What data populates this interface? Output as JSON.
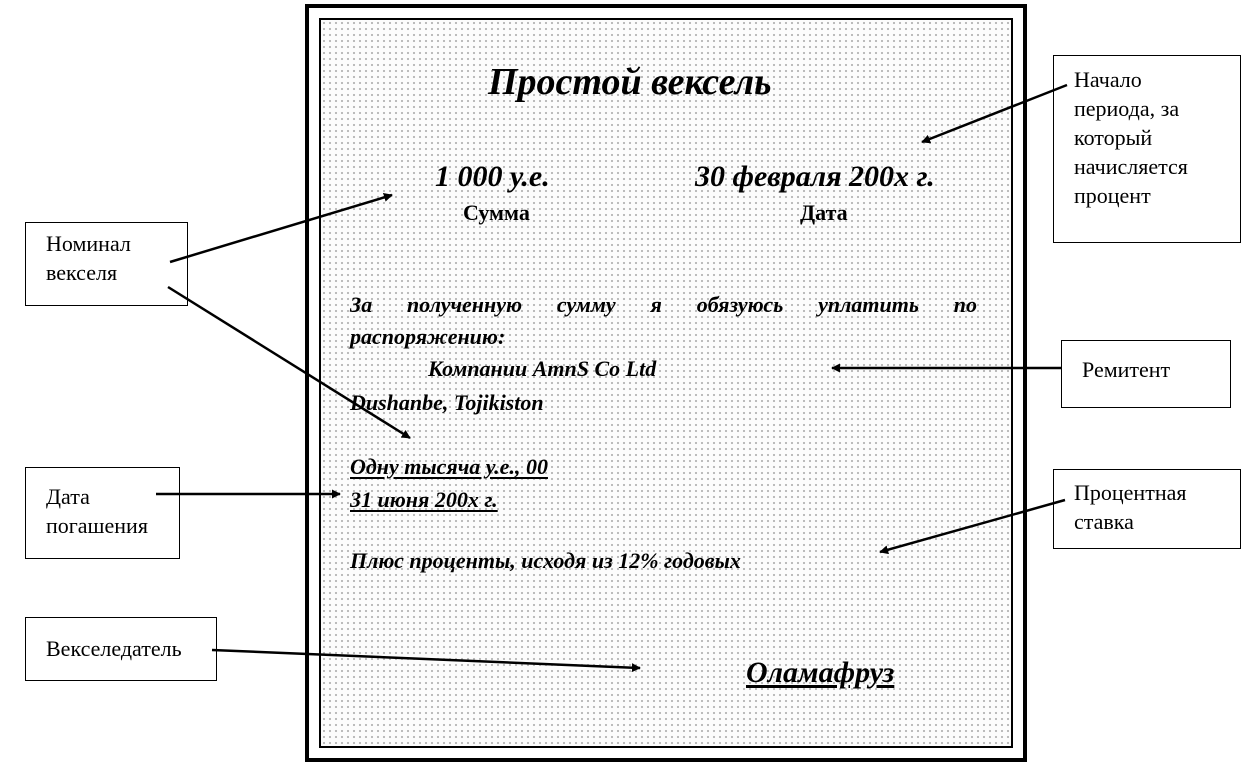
{
  "document": {
    "title": "Простой вексель",
    "amount": "1 000 у.е.",
    "amount_caption": "Сумма",
    "date": "30 февраля 200х г.",
    "date_caption": "Дата",
    "pledge_line1": "За полученную сумму я обязуюсь уплатить по",
    "pledge_line2": "распоряжению:",
    "company": "Компании AmnS Co Ltd",
    "city": "Dushanbe, Tojikiston",
    "amount_words": "Одну тысяча у.е., 00",
    "due_date": "31 июня 200х г.",
    "interest": "Плюс проценты, исходя из 12% годовых",
    "signature": "Оламафруз"
  },
  "notes": {
    "nominal_line1": "Номинал",
    "nominal_line2": "векселя",
    "period_line1": "Начало",
    "period_line2": "периода, за",
    "period_line3": "который",
    "period_line4": "начисляется",
    "period_line5": "процент",
    "remitent": "Ремитент",
    "maturity_line1": "Дата",
    "maturity_line2": "погашения",
    "rate_line1": "Процентная",
    "rate_line2": "ставка",
    "drawer": "Векселедатель"
  }
}
